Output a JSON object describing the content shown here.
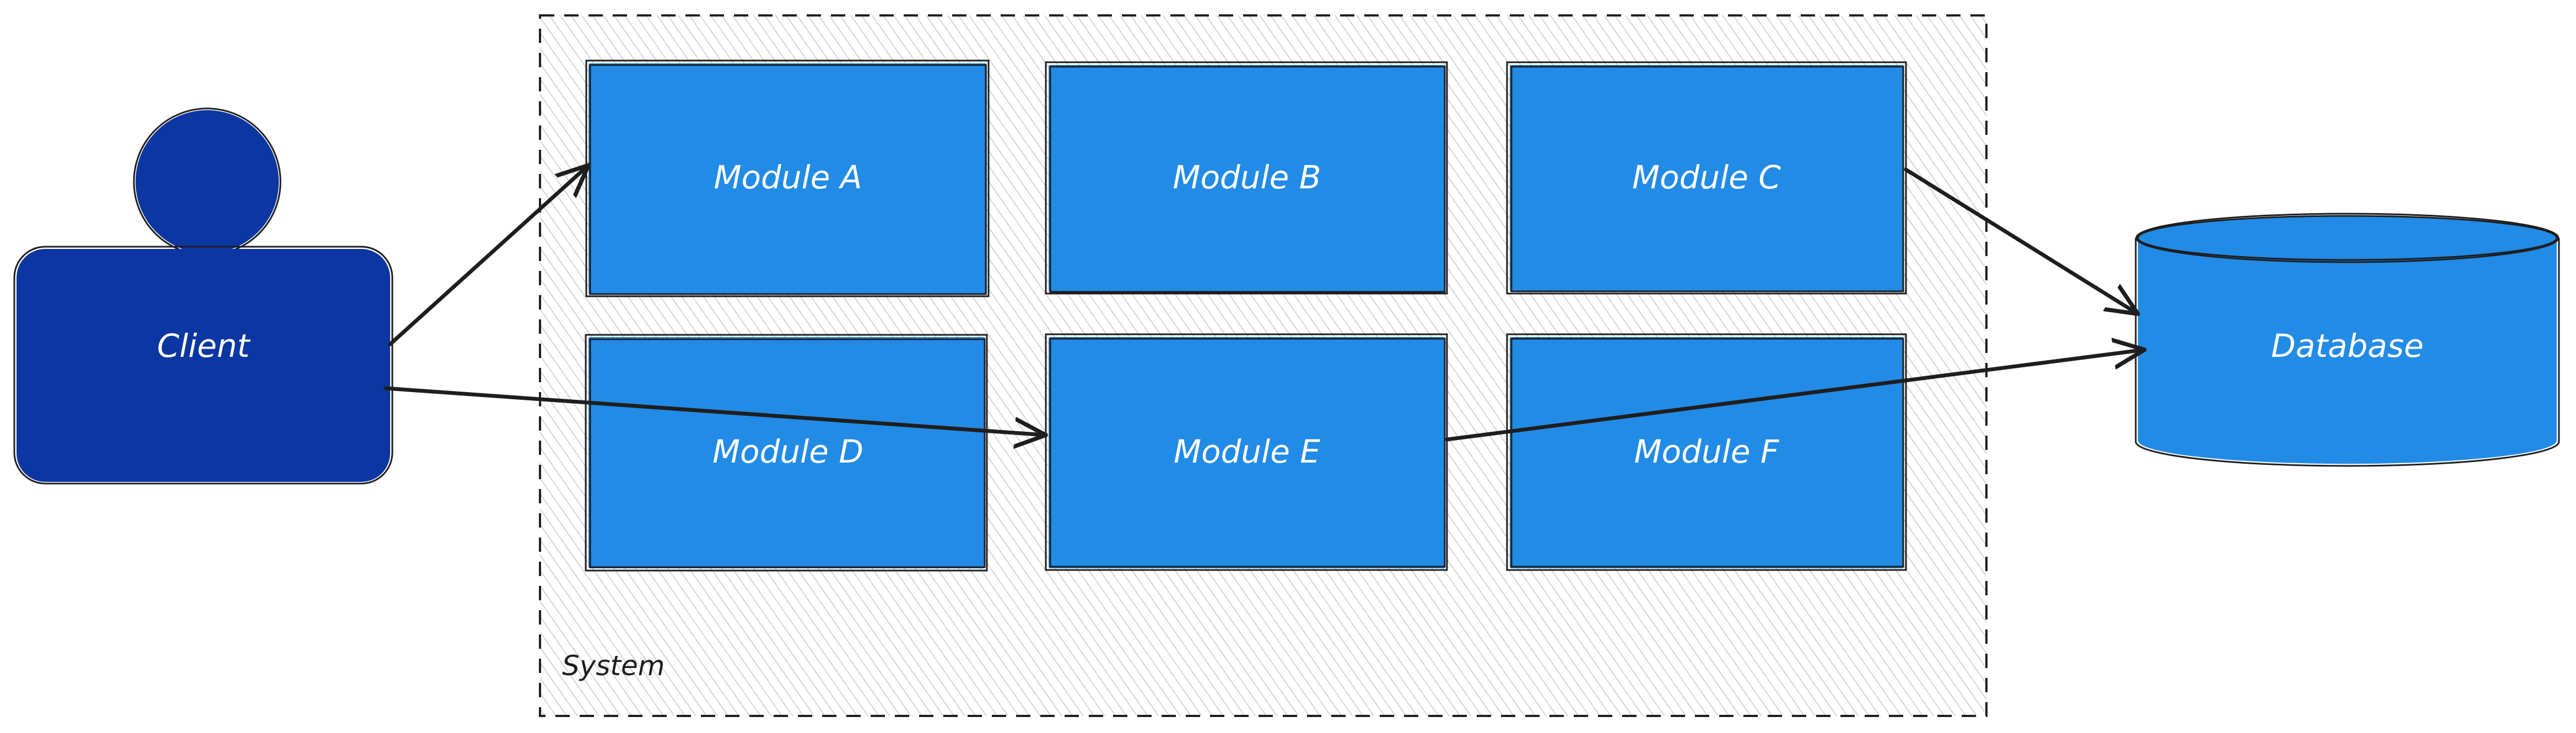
{
  "colors": {
    "module_fill": "#228be6",
    "client_fill": "#0c36a1",
    "database_fill": "#228be6",
    "stroke": "#1e1e1e",
    "system_hatch": "#c7c7c7"
  },
  "system": {
    "label": "System"
  },
  "client": {
    "label": "Client",
    "shape": "person"
  },
  "database": {
    "label": "Database",
    "shape": "cylinder"
  },
  "modules": [
    {
      "id": "module-a",
      "label": "Module A"
    },
    {
      "id": "module-b",
      "label": "Module B"
    },
    {
      "id": "module-c",
      "label": "Module C"
    },
    {
      "id": "module-d",
      "label": "Module D"
    },
    {
      "id": "module-e",
      "label": "Module E"
    },
    {
      "id": "module-f",
      "label": "Module F"
    }
  ],
  "edges": [
    {
      "from": "client",
      "to": "module-a"
    },
    {
      "from": "client",
      "to": "module-e"
    },
    {
      "from": "module-c",
      "to": "database"
    },
    {
      "from": "module-e",
      "to": "database"
    }
  ]
}
